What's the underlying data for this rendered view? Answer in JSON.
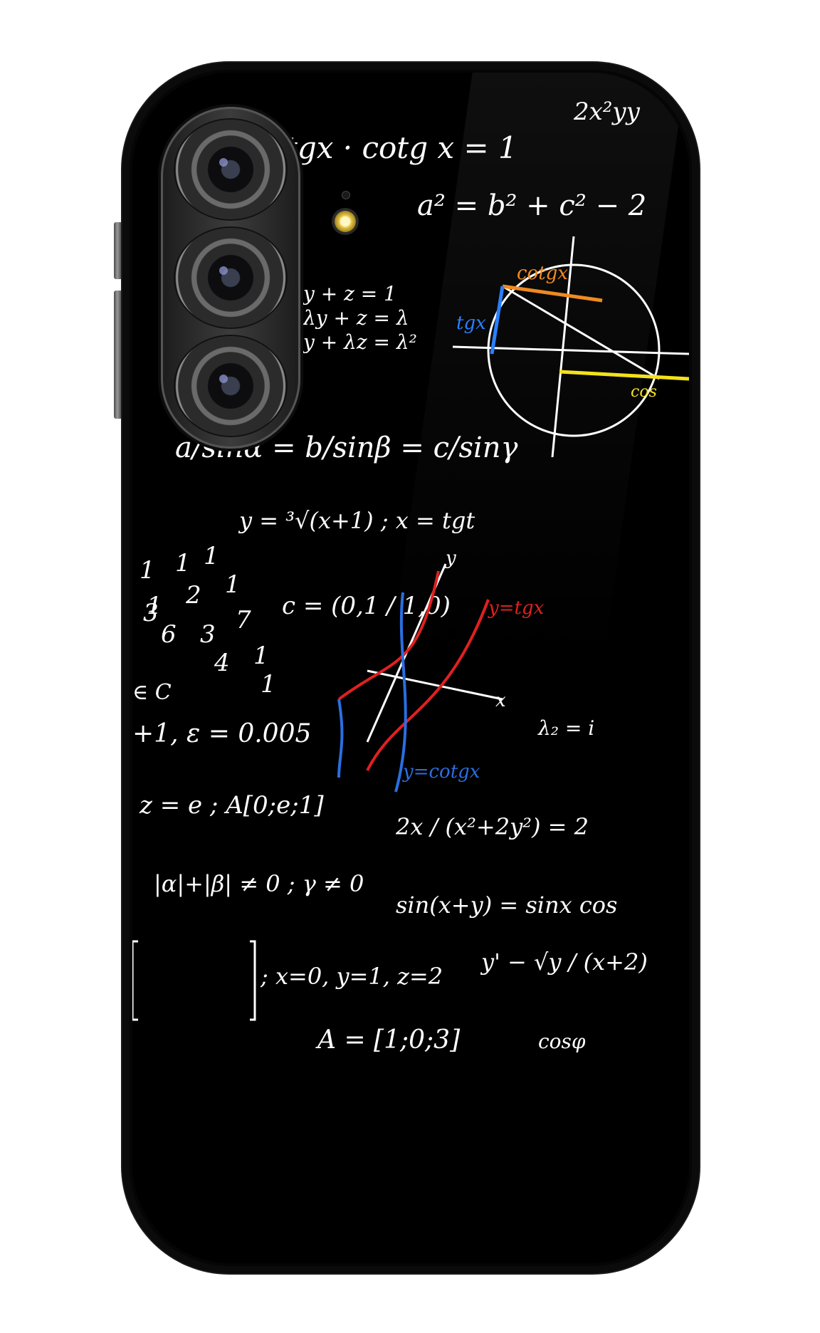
{
  "image": {
    "subject": "phone-case",
    "background_color": "#ffffff",
    "case_color": "#000000"
  },
  "equations": [
    {
      "text": "tgx · cotg x = 1"
    },
    {
      "text": "2x²yy"
    },
    {
      "text": "a² = b² + c² − 2"
    },
    {
      "text": "a/sinα = b/sinβ = c/sinγ"
    },
    {
      "text": "y = ³√(x+1)  ; x = tgt"
    },
    {
      "text": "c = (0,1 / 1,0)"
    },
    {
      "text": "λ₂ = i"
    },
    {
      "text": "+1, ε = 0.005"
    },
    {
      "text": "z = e ; A[0;e;1]"
    },
    {
      "text": "2x / (x²+2y²) = 2"
    },
    {
      "text": "|α|+|β| ≠ 0 ; γ ≠ 0"
    },
    {
      "text": "sin(x+y) = sinx cos"
    },
    {
      "text": "y' − √y / (x+2)"
    },
    {
      "text": "; x=0, y=1, z=2"
    },
    {
      "text": "A = [1;0;3]"
    },
    {
      "text": "cosφ"
    },
    {
      "text": "∈ C"
    },
    {
      "text": "y + z = 1"
    },
    {
      "text": "λy + z = λ"
    },
    {
      "text": "y + λz = λ²"
    }
  ],
  "graph_labels": {
    "cotg_label": "cotgx",
    "tg_label": "tgx",
    "cos_label": "cos",
    "tg_curve_label": "y=tgx",
    "cotg_curve_label": "y=cotgx",
    "x_axis": "x",
    "y_axis": "y"
  },
  "number_cluster": [
    "1",
    "1",
    "1",
    "1",
    "2",
    "1",
    "3",
    "6",
    "3",
    "7",
    "4",
    "1",
    "1"
  ],
  "colors": {
    "chalk": "#ffffff",
    "red_curve": "#e02020",
    "blue_curve": "#2a6fe0",
    "orange_line": "#f08a20",
    "yellow_line": "#f4e21a",
    "blue_line": "#2a80ff"
  }
}
